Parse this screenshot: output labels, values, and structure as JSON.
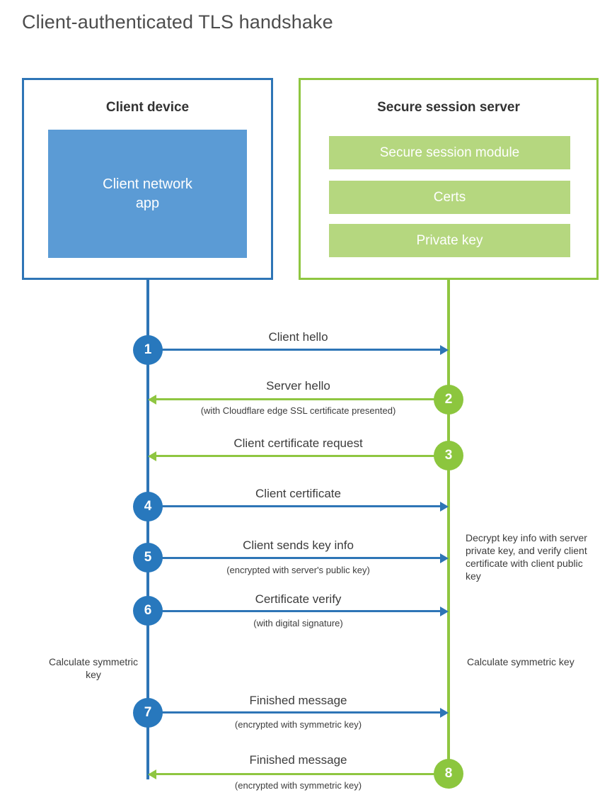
{
  "title": "Client-authenticated TLS handshake",
  "colors": {
    "blue_border": "#2e75b6",
    "blue_fill": "#5b9bd5",
    "blue_circle": "#2878bd",
    "green_border": "#8fc641",
    "green_fill": "#b5d77f",
    "green_circle": "#8cc63e",
    "text": "#3c3c3c",
    "title_text": "#4d4d4d"
  },
  "client": {
    "title": "Client device",
    "app_line1": "Client network",
    "app_line2": "app"
  },
  "server": {
    "title": "Secure session server",
    "components": [
      "Secure session module",
      "Certs",
      "Private key"
    ]
  },
  "steps": [
    {
      "number": "1",
      "label": "Client hello",
      "sublabel": "",
      "direction": "client-to-server",
      "color": "blue"
    },
    {
      "number": "2",
      "label": "Server hello",
      "sublabel": "(with Cloudflare edge SSL certificate presented)",
      "direction": "server-to-client",
      "color": "green"
    },
    {
      "number": "3",
      "label": "Client certificate request",
      "sublabel": "",
      "direction": "server-to-client",
      "color": "green"
    },
    {
      "number": "4",
      "label": "Client certificate",
      "sublabel": "",
      "direction": "client-to-server",
      "color": "blue"
    },
    {
      "number": "5",
      "label": "Client sends key info",
      "sublabel": "(encrypted with server's public key)",
      "direction": "client-to-server",
      "color": "blue"
    },
    {
      "number": "6",
      "label": "Certificate verify",
      "sublabel": "(with digital signature)",
      "direction": "client-to-server",
      "color": "blue"
    },
    {
      "number": "7",
      "label": "Finished message",
      "sublabel": "(encrypted with symmetric key)",
      "direction": "client-to-server",
      "color": "blue"
    },
    {
      "number": "8",
      "label": "Finished message",
      "sublabel": "(encrypted with symmetric key)",
      "direction": "server-to-client",
      "color": "green"
    }
  ],
  "notes": {
    "decrypt": "Decrypt key info with server private key, and verify client certificate with client public key",
    "calculate_symmetric_key_client": "Calculate symmetric key",
    "calculate_symmetric_key_server": "Calculate symmetric key"
  }
}
